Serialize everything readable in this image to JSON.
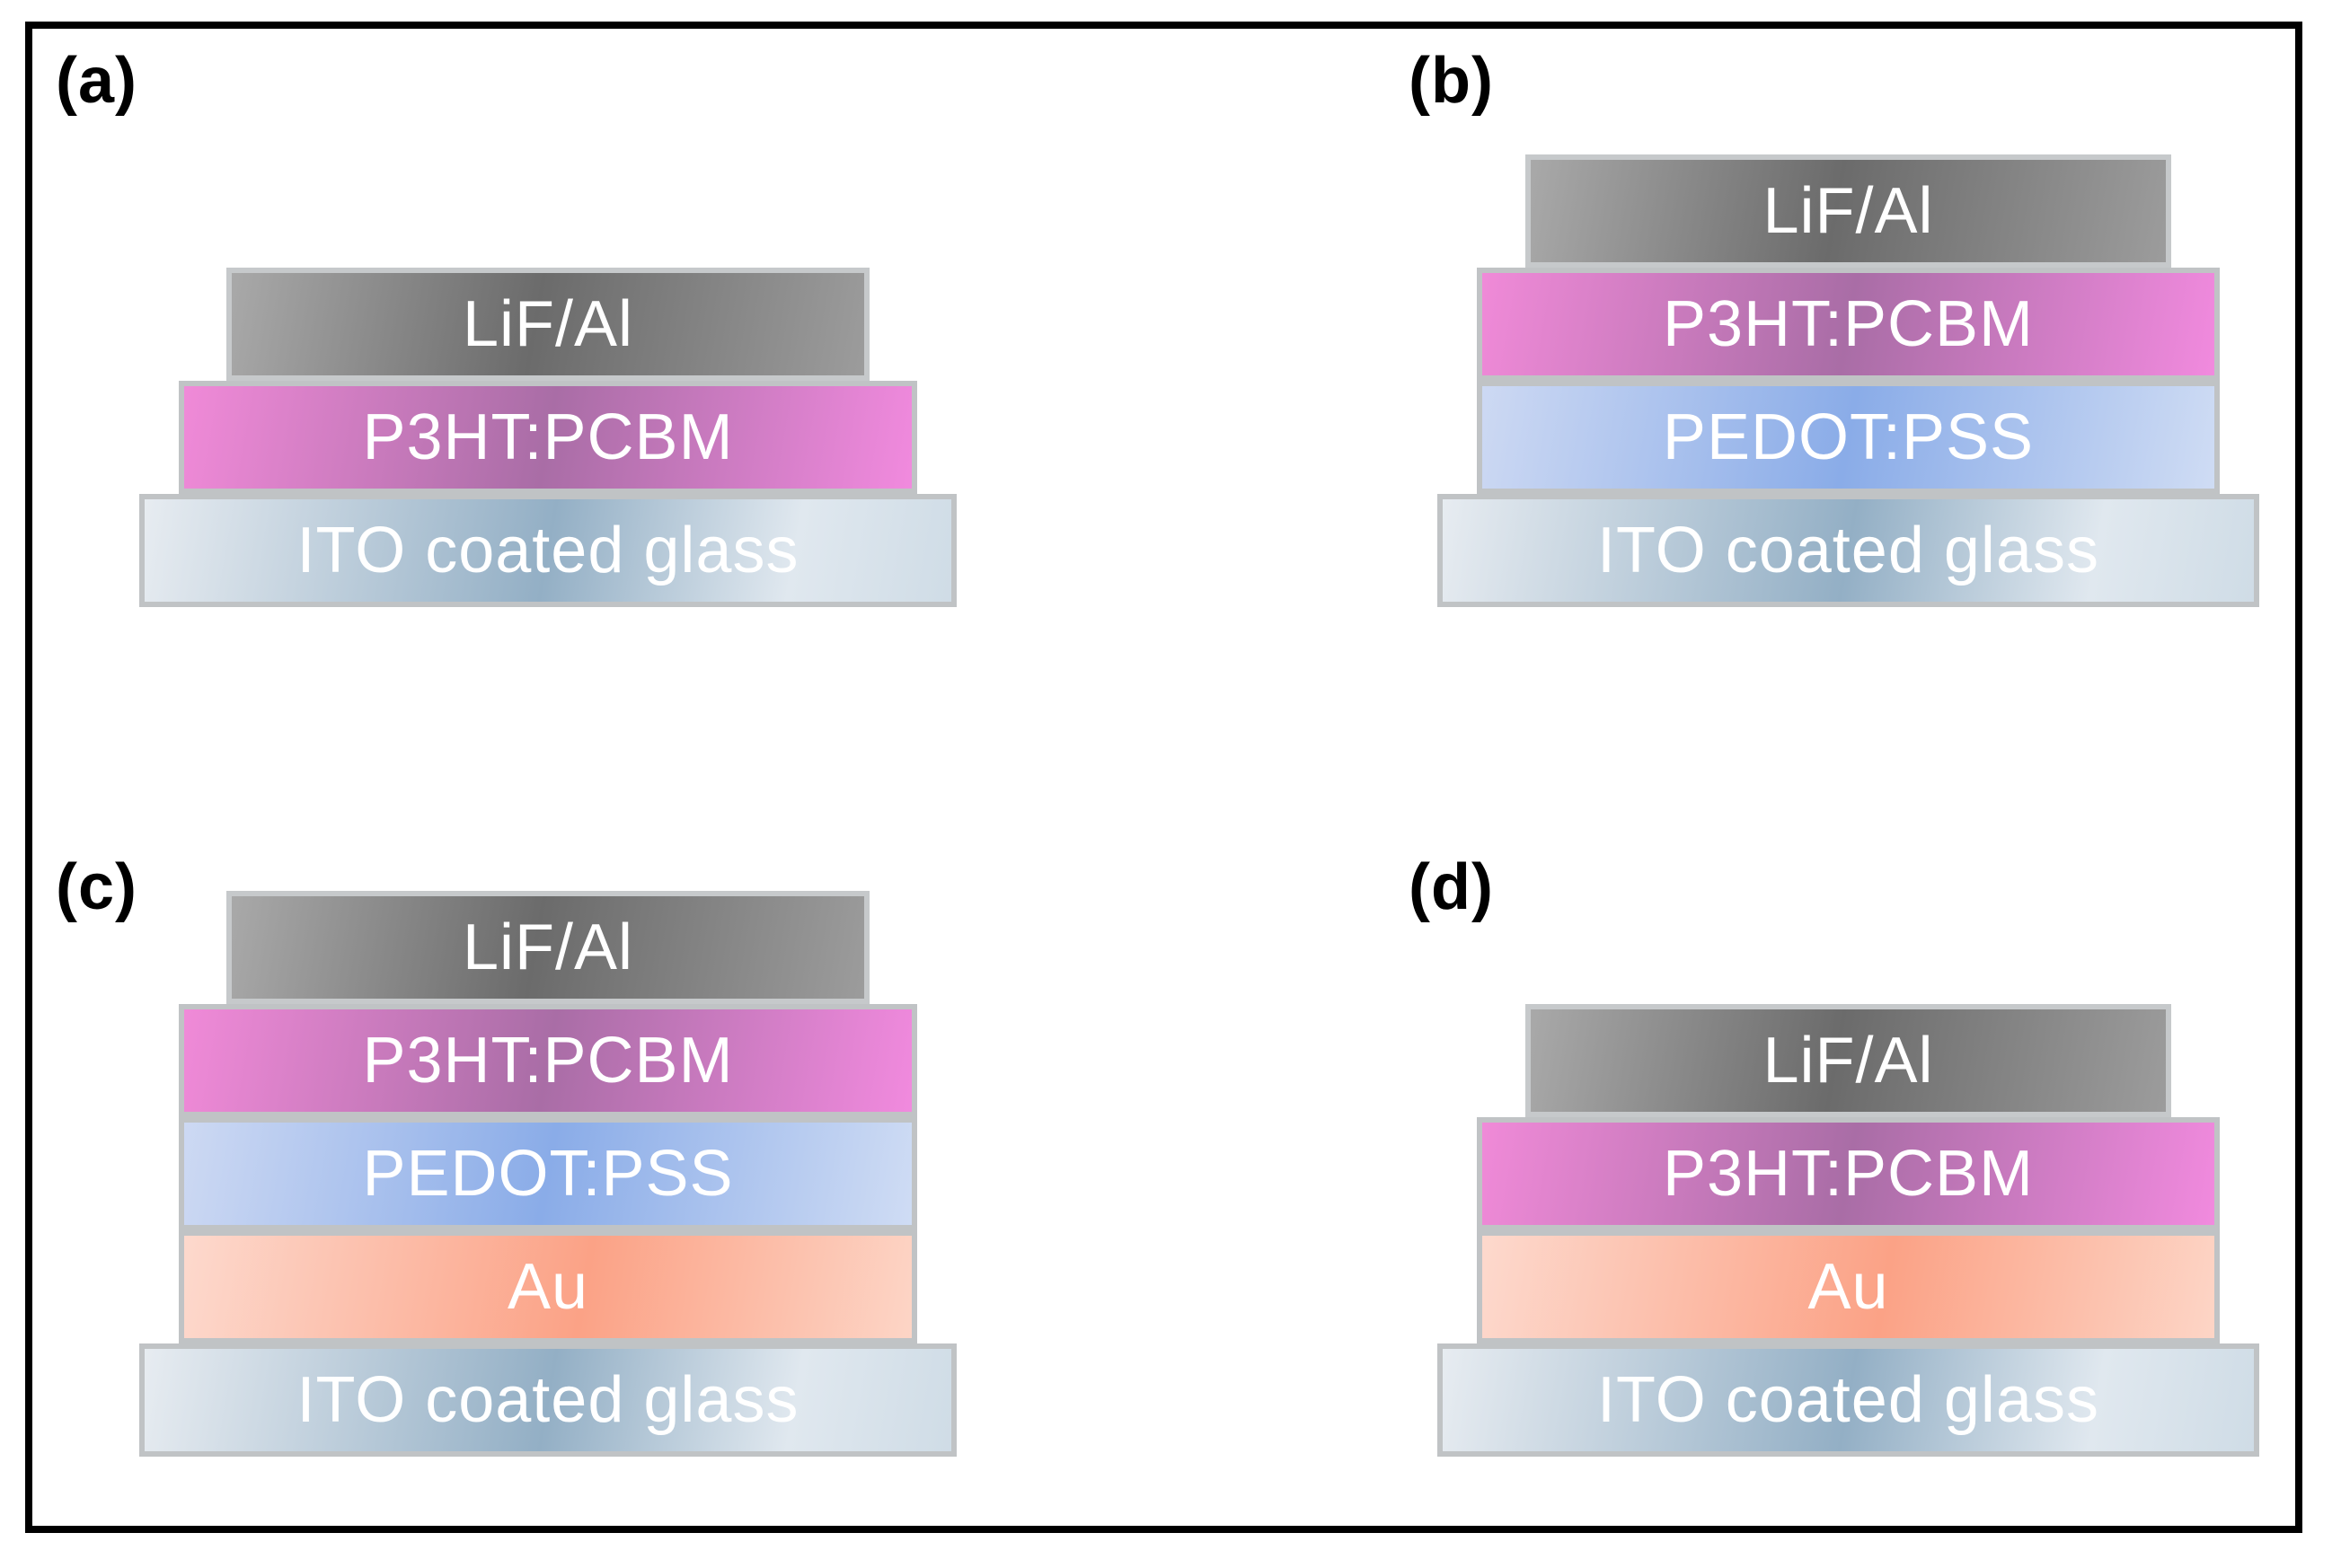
{
  "panels": [
    {
      "label": "(a)",
      "layers": [
        {
          "name": "LiF/Al"
        },
        {
          "name": "P3HT:PCBM"
        },
        {
          "name": "ITO coated glass"
        }
      ]
    },
    {
      "label": "(b)",
      "layers": [
        {
          "name": "LiF/Al"
        },
        {
          "name": "P3HT:PCBM"
        },
        {
          "name": "PEDOT:PSS"
        },
        {
          "name": "ITO coated glass"
        }
      ]
    },
    {
      "label": "(c)",
      "layers": [
        {
          "name": "LiF/Al"
        },
        {
          "name": "P3HT:PCBM"
        },
        {
          "name": "PEDOT:PSS"
        },
        {
          "name": "Au"
        },
        {
          "name": "ITO coated glass"
        }
      ]
    },
    {
      "label": "(d)",
      "layers": [
        {
          "name": "LiF/Al"
        },
        {
          "name": "P3HT:PCBM"
        },
        {
          "name": "Au"
        },
        {
          "name": "ITO coated glass"
        }
      ]
    }
  ],
  "colors": {
    "frame_border": "#000000",
    "layer_border": "#c0c3c5",
    "layer_text": "#ffffff",
    "panel_label_text": "#000000",
    "lif_al": {
      "edge": "#a9a9a9",
      "center": "#6b6b6b"
    },
    "p3ht_pcbm": {
      "edge": "#f08ad8",
      "center": "#a96da6"
    },
    "pedot_pss": {
      "edge": "#cdd9f3",
      "center": "#8aace8"
    },
    "au": {
      "edge": "#fdd9cd",
      "center": "#fba286"
    },
    "ito_glass": {
      "edge": "#e7ecf1",
      "center": "#93afc5"
    }
  }
}
